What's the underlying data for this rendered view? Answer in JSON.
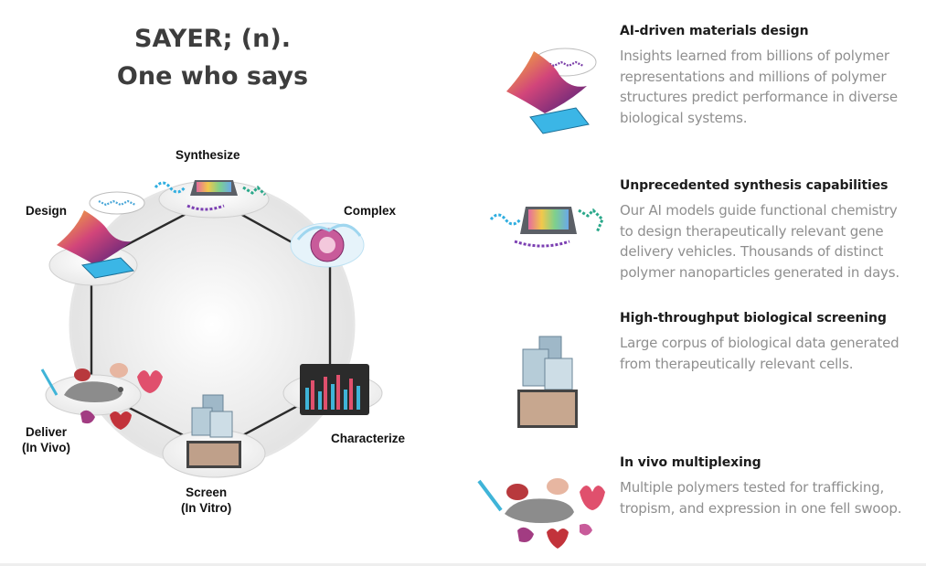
{
  "headline": {
    "line1": "SAYER; (n).",
    "line2": "One who says"
  },
  "cycle": {
    "synthesize": "Synthesize",
    "design": "Design",
    "complex": "Complex",
    "deliver_line1": "Deliver",
    "deliver_line2": "(In Vivo)",
    "characterize": "Characterize",
    "screen_line1": "Screen",
    "screen_line2": "(In Vitro)"
  },
  "features": [
    {
      "title": "AI-driven materials design",
      "body": "Insights learned from billions of polymer representations and millions of polymer structures predict performance in diverse biological systems.",
      "icon": "materials-design-icon"
    },
    {
      "title": "Unprecedented synthesis capabilities",
      "body": "Our AI models guide functional chemistry to design therapeutically relevant gene delivery vehicles. Thousands of distinct polymer nanoparticles generated in days.",
      "icon": "synthesis-plate-icon"
    },
    {
      "title": "High-throughput biological screening",
      "body": "Large corpus of biological data generated from therapeutically relevant cells.",
      "icon": "screening-plates-icon"
    },
    {
      "title": "In vivo multiplexing",
      "body": "Multiple polymers tested for trafficking, tropism, and expression in one fell swoop.",
      "icon": "mouse-organs-icon"
    }
  ],
  "colors": {
    "heading": "#3d3d3d",
    "body_text": "#8f8f8f",
    "title_text": "#1c1c1c",
    "accent_cyan": "#3fb4d8",
    "accent_purple": "#6a2a8c",
    "accent_orange": "#f2a03a"
  }
}
